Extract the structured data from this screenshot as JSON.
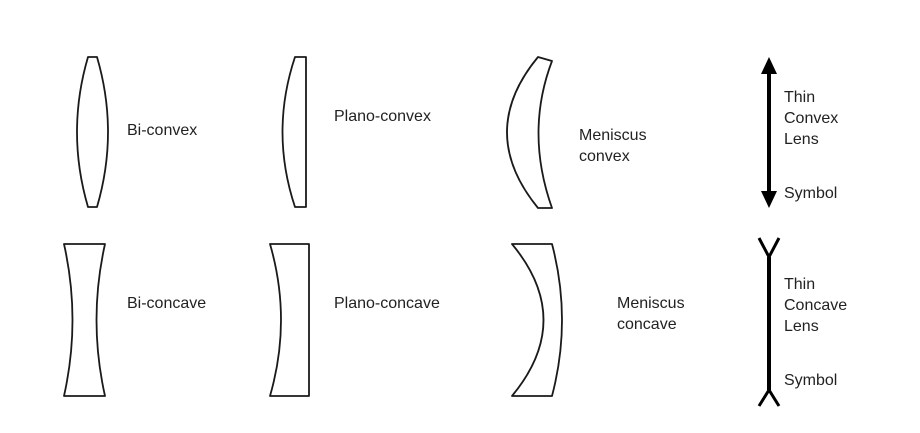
{
  "labels": {
    "biconvex": "Bi-convex",
    "planoconvex": "Plano-convex",
    "meniscus_convex_1": "Meniscus",
    "meniscus_convex_2": "convex",
    "thin_convex_1": "Thin",
    "thin_convex_2": "Convex",
    "thin_convex_3": "Lens",
    "thin_convex_4": "Symbol",
    "biconcave": "Bi-concave",
    "planoconcave": "Plano-concave",
    "meniscus_concave_1": "Meniscus",
    "meniscus_concave_2": "concave",
    "thin_concave_1": "Thin",
    "thin_concave_2": "Concave",
    "thin_concave_3": "Lens",
    "thin_concave_4": "Symbol"
  },
  "colors": {
    "outline": "#1a1a1a",
    "symbol": "#000000",
    "text": "#222222",
    "background": "#ffffff"
  }
}
